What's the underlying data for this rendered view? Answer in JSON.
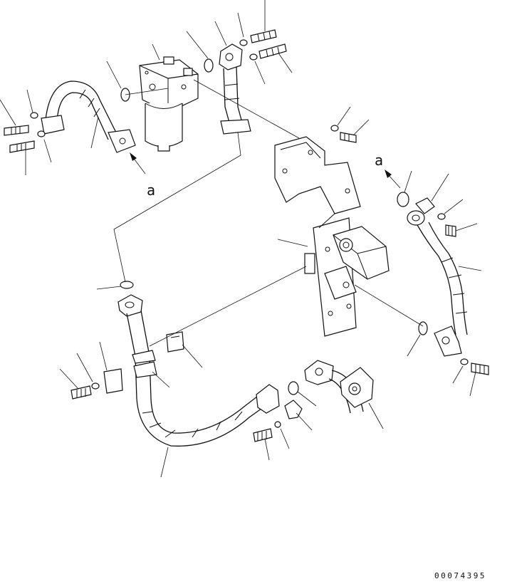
{
  "diagram": {
    "view_labels": [
      "a",
      "a"
    ],
    "serial_number": "00074395"
  }
}
